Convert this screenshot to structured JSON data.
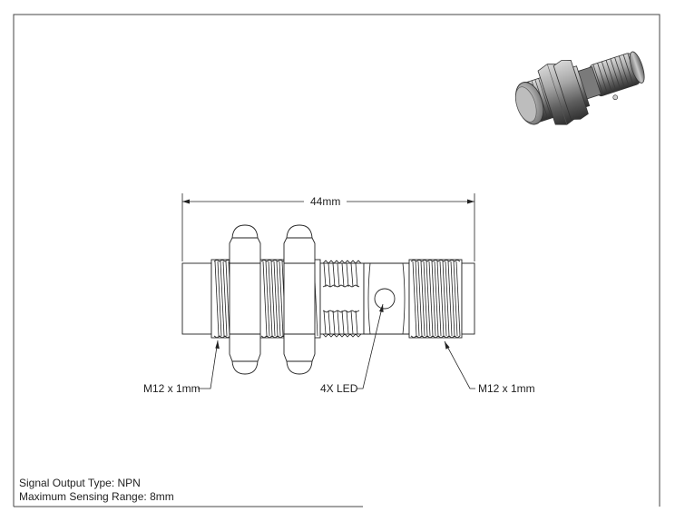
{
  "dimension": {
    "overall_length": "44mm"
  },
  "callouts": {
    "thread_left": "M12 x 1mm",
    "led": "4X LED",
    "thread_right": "M12 x 1mm"
  },
  "specs": [
    "Signal Output Type: NPN",
    "Maximum Sensing Range: 8mm"
  ],
  "colors": {
    "line": "#222222",
    "frame": "#444444",
    "metal": "#8a8a8a"
  }
}
